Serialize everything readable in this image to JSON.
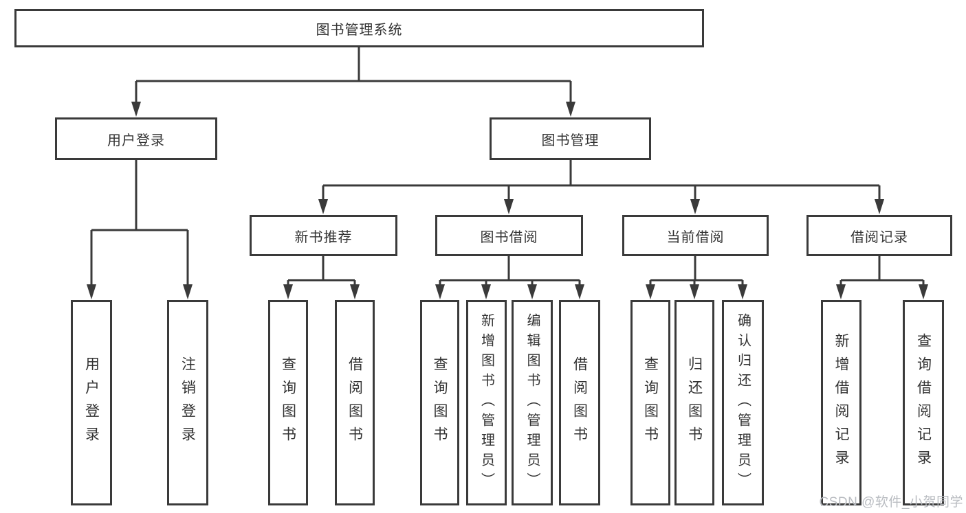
{
  "tree": {
    "root": {
      "label": "图书管理系统"
    },
    "children": [
      {
        "label": "用户登录",
        "children": [
          {
            "label": "用户登录"
          },
          {
            "label": "注销登录"
          }
        ]
      },
      {
        "label": "图书管理",
        "children": [
          {
            "label": "新书推荐",
            "children": [
              {
                "label": "查询图书"
              },
              {
                "label": "借阅图书"
              }
            ]
          },
          {
            "label": "图书借阅",
            "children": [
              {
                "label": "查询图书"
              },
              {
                "label": "新增图书（管理员）"
              },
              {
                "label": "编辑图书（管理员）"
              },
              {
                "label": "借阅图书"
              }
            ]
          },
          {
            "label": "当前借阅",
            "children": [
              {
                "label": "查询图书"
              },
              {
                "label": "归还图书"
              },
              {
                "label": "确认归还（管理员）"
              }
            ]
          },
          {
            "label": "借阅记录",
            "children": [
              {
                "label": "新增借阅记录"
              },
              {
                "label": "查询借阅记录"
              }
            ]
          }
        ]
      }
    ]
  },
  "watermark": "CSDN @软件_小贺同学",
  "colors": {
    "line": "#3a3a3a",
    "box_border": "#3a3a3a",
    "text": "#333333",
    "background": "#ffffff",
    "watermark": "#b9bcc1"
  }
}
